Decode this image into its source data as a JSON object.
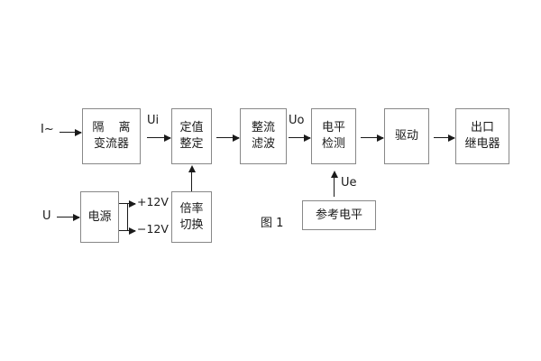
{
  "figure": {
    "caption": "图 1",
    "blocks": [
      {
        "id": "isolation",
        "lines": [
          "隔 离",
          "变流器"
        ]
      },
      {
        "id": "setting",
        "lines": [
          "定值",
          "整定"
        ]
      },
      {
        "id": "rectifier",
        "lines": [
          "整流",
          "滤波"
        ]
      },
      {
        "id": "level",
        "lines": [
          "电平",
          "检测"
        ]
      },
      {
        "id": "drive",
        "lines": [
          "驱动"
        ]
      },
      {
        "id": "output",
        "lines": [
          "出口",
          "继电器"
        ]
      },
      {
        "id": "power",
        "lines": [
          "电源"
        ]
      },
      {
        "id": "multiplier",
        "lines": [
          "倍率",
          "切换"
        ]
      },
      {
        "id": "reference",
        "lines": [
          "参考电平"
        ]
      }
    ],
    "signals": {
      "current_input": "I~",
      "voltage_input": "U",
      "ui": "Ui",
      "uo": "Uo",
      "ue": "Ue",
      "rail_positive": "+12V",
      "rail_negative": "−12V"
    }
  }
}
